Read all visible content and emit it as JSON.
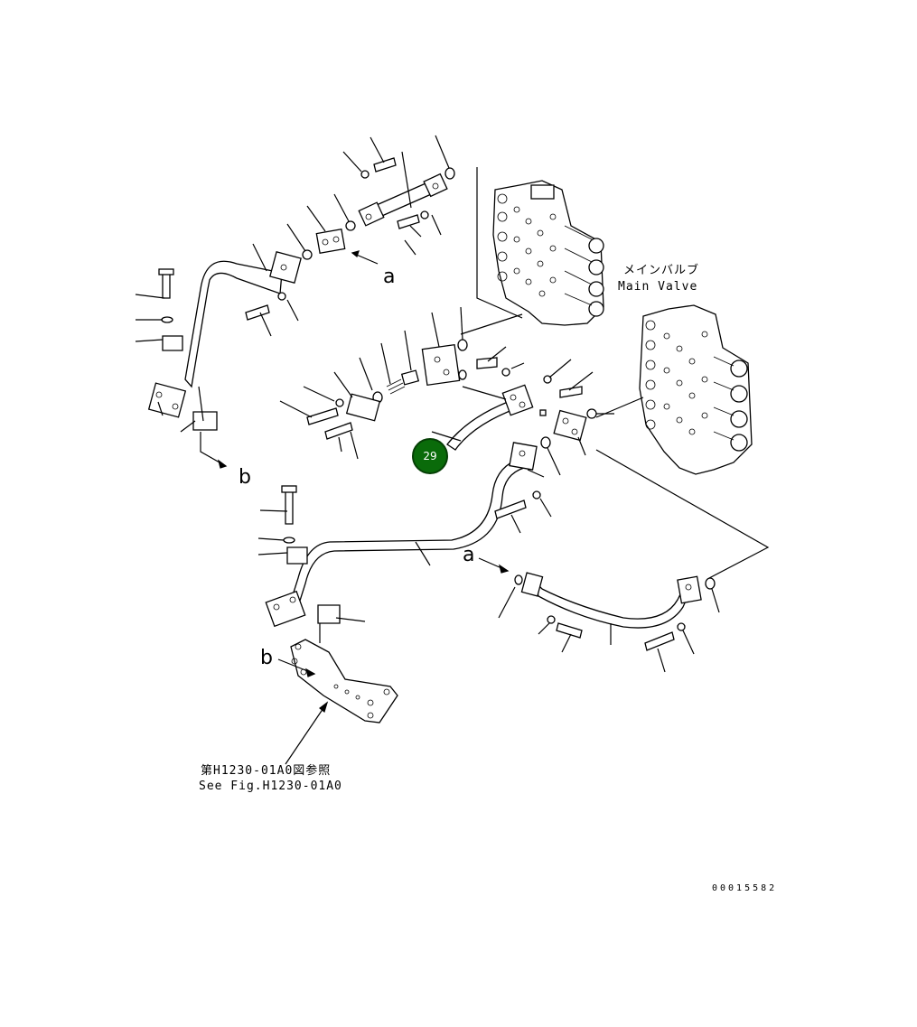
{
  "labels": {
    "main_valve_jp": "メインバルブ",
    "main_valve_en": "Main Valve",
    "see_fig_jp": "第H1230-01A0図参照",
    "see_fig_en": "See Fig.H1230-01A0",
    "drawing_number": "00015582"
  },
  "refs": {
    "a_top": "a",
    "a_mid": "a",
    "b_left": "b",
    "b_bottom": "b"
  },
  "callouts": [
    {
      "id": "29",
      "label": "29"
    }
  ],
  "colors": {
    "callout_fill": "#0a6b0a",
    "line": "#000000"
  }
}
